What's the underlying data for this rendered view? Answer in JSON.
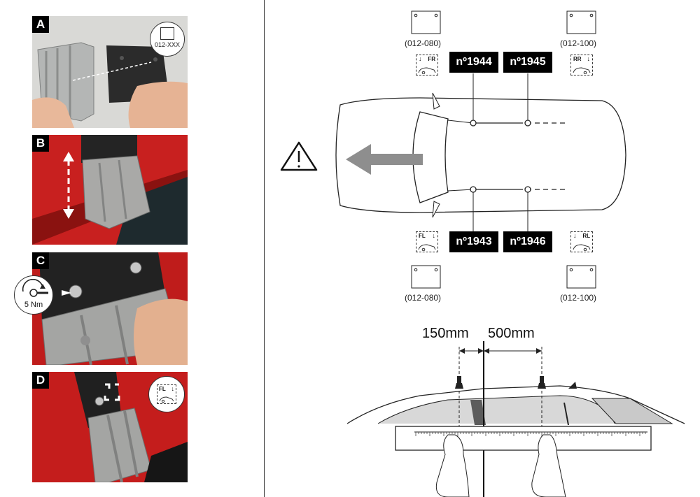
{
  "steps": [
    {
      "letter": "A",
      "callout_label": "012-XXX"
    },
    {
      "letter": "B"
    },
    {
      "letter": "C",
      "torque": "5 Nm"
    },
    {
      "letter": "D",
      "position_tag": "FL"
    }
  ],
  "diagram": {
    "pad_labels": {
      "top_left": "(012-080)",
      "top_right": "(012-100)",
      "bottom_left": "(012-080)",
      "bottom_right": "(012-100)"
    },
    "refs": {
      "front_right": "nº1944",
      "rear_right": "nº1945",
      "front_left": "nº1943",
      "rear_left": "nº1946"
    },
    "position_tags": {
      "front_right": "FR",
      "rear_right": "RR",
      "front_left": "FL",
      "rear_left": "RL"
    }
  },
  "measure": {
    "front": "150mm",
    "rear": "500mm"
  },
  "colors": {
    "car_red": "#c8201f",
    "ink": "#111111",
    "arrow_grey": "#8e8e8e",
    "metal": "#a9a9a9"
  }
}
